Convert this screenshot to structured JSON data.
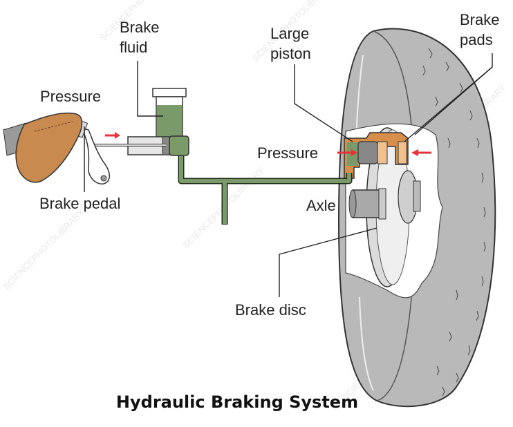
{
  "title": "Hydraulic Braking System",
  "labels": {
    "brake_fluid": [
      "Brake",
      "fluid"
    ],
    "large_piston": [
      "Large",
      "piston"
    ],
    "brake_pads": [
      "Brake",
      "pads"
    ],
    "pressure_pedal": "Pressure",
    "pressure_caliper": "Pressure",
    "brake_pedal": "Brake pedal",
    "axle": "Axle",
    "brake_disc": "Brake disc"
  },
  "watermark": "SCIENCEPHOTOLIBRARY",
  "colors": {
    "fluid": "#7a9a6a",
    "arrow": "#e0353a",
    "shoe": "#c98a4f",
    "pad": "#e9b47e",
    "tyre": "#b8b8b8"
  }
}
